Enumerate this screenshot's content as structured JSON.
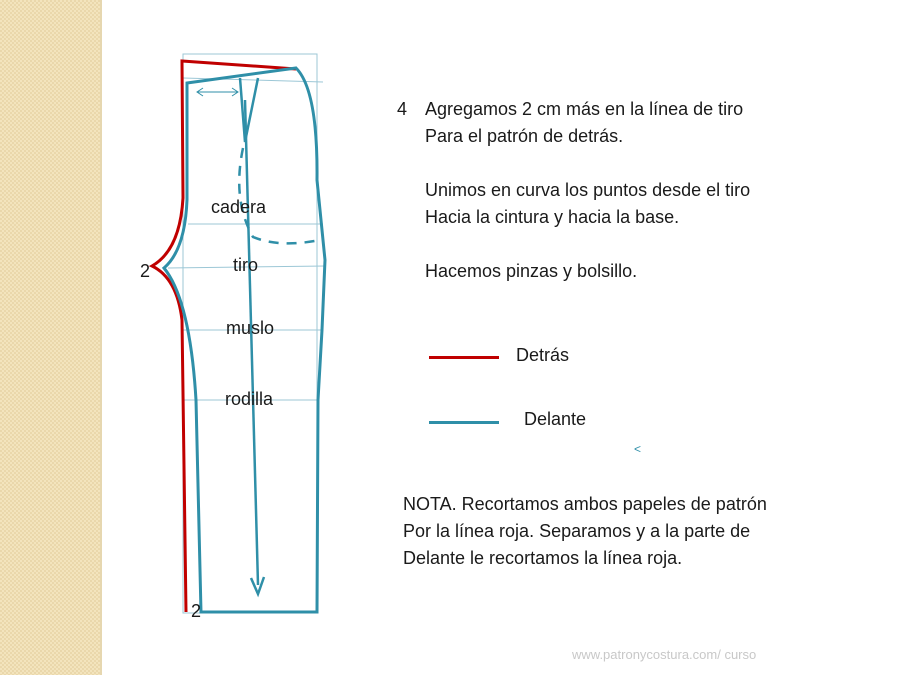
{
  "labels": {
    "cadera": "cadera",
    "tiro": "tiro",
    "muslo": "muslo",
    "rodilla": "rodilla",
    "crotch_extension": "2",
    "bottom_extension": "2"
  },
  "instructions": {
    "step_number": "4",
    "line1": "Agregamos 2 cm más en la línea de tiro",
    "line2": "Para el patrón de detrás.",
    "line3": "Unimos en curva los puntos desde el tiro",
    "line4": "Hacia la cintura y hacia la base.",
    "line5": "Hacemos pinzas y bolsillo."
  },
  "legend": {
    "back_label": "Detrás",
    "back_color": "#c00000",
    "front_label": "Delante",
    "front_color": "#2f8fa8"
  },
  "note": {
    "line1": "NOTA. Recortamos ambos papeles de patrón",
    "line2": "Por la línea roja. Separamos y a la parte de",
    "line3": "Delante le recortamos la línea roja."
  },
  "footer": {
    "url": "www.patronycostura.com/ curso"
  },
  "colors": {
    "strip": "#f3e4bd",
    "guide": "#9cc7d6"
  }
}
